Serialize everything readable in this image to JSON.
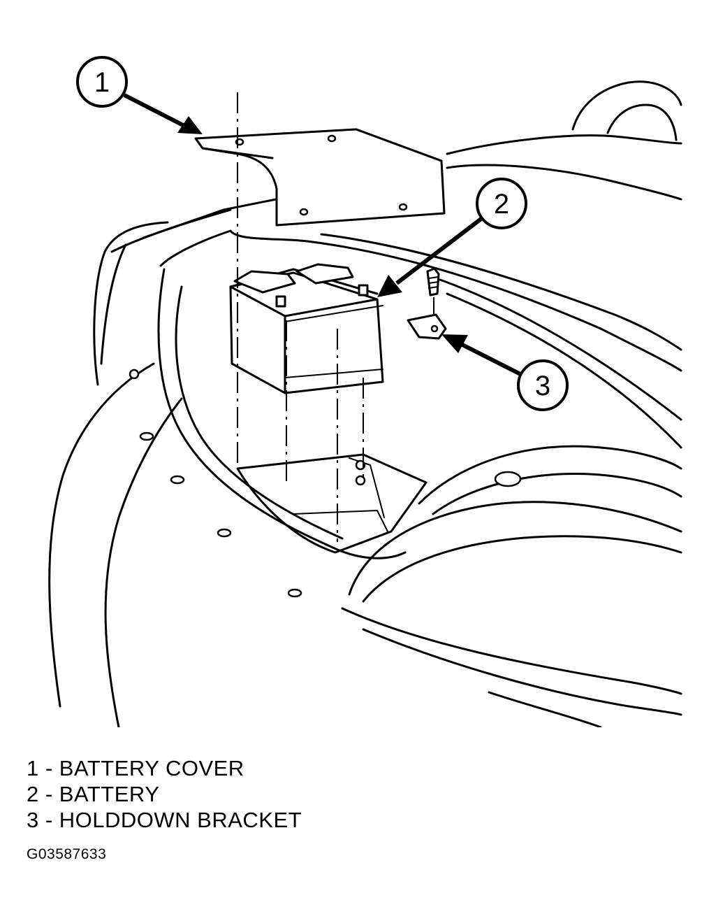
{
  "callouts": [
    {
      "number": "1",
      "label": "BATTERY COVER"
    },
    {
      "number": "2",
      "label": "BATTERY"
    },
    {
      "number": "3",
      "label": "HOLDDOWN BRACKET"
    }
  ],
  "legend": [
    "1 - BATTERY COVER",
    "2 - BATTERY",
    "3 - HOLDDOWN BRACKET"
  ],
  "figure_id": "G03587633"
}
